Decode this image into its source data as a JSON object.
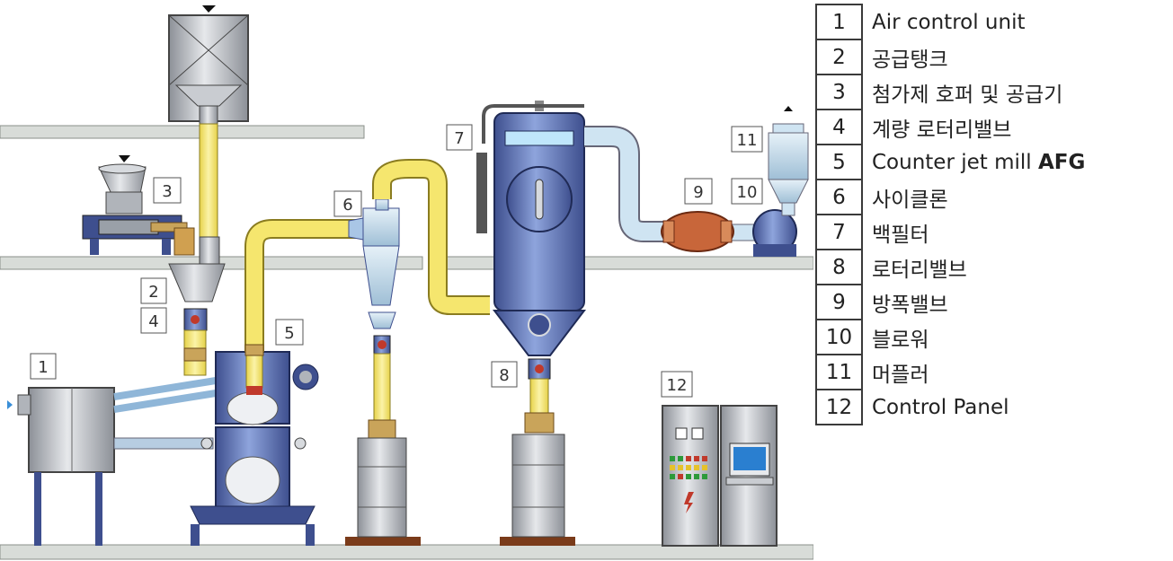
{
  "diagram": {
    "callouts": [
      "1",
      "2",
      "3",
      "4",
      "5",
      "6",
      "7",
      "8",
      "9",
      "10",
      "11",
      "12"
    ]
  },
  "legend": {
    "rows": [
      {
        "num": "1",
        "text": "Air control unit"
      },
      {
        "num": "2",
        "text": "공급탱크"
      },
      {
        "num": "3",
        "text": "첨가제 호퍼 및 공급기"
      },
      {
        "num": "4",
        "text": "계량 로터리밸브"
      },
      {
        "num": "5",
        "text": "Counter jet mill ",
        "bold": "AFG"
      },
      {
        "num": "6",
        "text": "사이클론"
      },
      {
        "num": "7",
        "text": "백필터"
      },
      {
        "num": "8",
        "text": "로터리밸브"
      },
      {
        "num": "9",
        "text": "방폭밸브"
      },
      {
        "num": "10",
        "text": "블로워"
      },
      {
        "num": "11",
        "text": "머플러"
      },
      {
        "num": "12",
        "text": "Control Panel"
      }
    ]
  },
  "colors": {
    "yellow_pipe": "#f5e66e",
    "blue_metal": "#5a6fb0",
    "light_blue": "#cfe4f2",
    "steel": "#b9bdc4",
    "floor": "#d8dcd8",
    "valve_red": "#c0392b",
    "blowoff_valve": "#c8663a"
  }
}
